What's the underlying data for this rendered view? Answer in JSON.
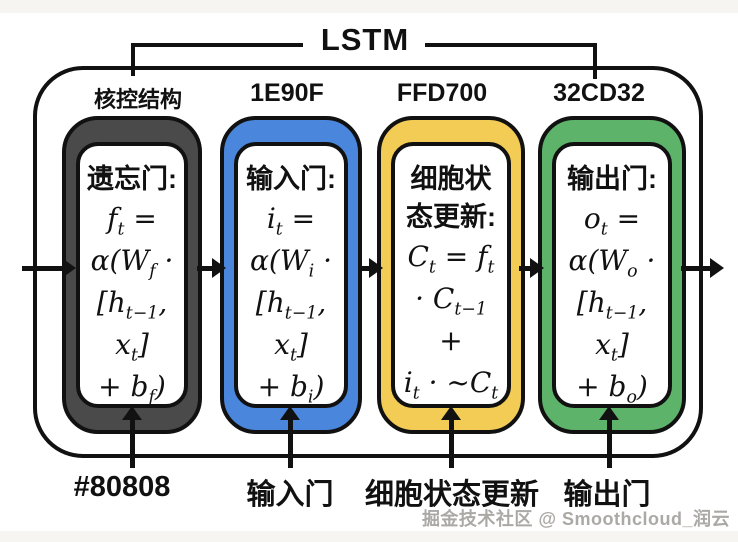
{
  "title": "LSTM",
  "watermark": "掘金技术社区 @ Smoothcloud_润云",
  "colors": {
    "outline": "#111111",
    "forget_band": "#4a4a4a",
    "input_band": "#4a86dc",
    "cell_band": "#f2cc55",
    "output_band": "#5eb36b",
    "watermark_gray": "#aba9a6"
  },
  "gates": [
    {
      "top_label": "核控结构",
      "title": "遗忘门:",
      "lines": [
        "f_{t} =",
        "α(W_{f} ·",
        "[h_{t−1},",
        "x_{t}]",
        "+ b_{f})"
      ],
      "bottom_label": "#80808",
      "color": "#4a4a4a"
    },
    {
      "top_label": "1E90F",
      "title": "输入门:",
      "lines": [
        "i_{t} =",
        "α(W_{i} ·",
        "[h_{t−1},",
        "x_{t}]",
        "+ b_{i})"
      ],
      "bottom_label": "输入门",
      "color": "#4a86dc"
    },
    {
      "top_label": "FFD700",
      "title": "细胞状态更新:",
      "lines": [
        "C_{t} = f_{t}",
        "· C_{t−1}",
        "+",
        "i_{t} · ~C_{t}"
      ],
      "bottom_label": "细胞状态更新",
      "color": "#f2cc55"
    },
    {
      "top_label": "32CD32",
      "title": "输出门:",
      "lines": [
        "o_{t} =",
        "α(W_{o} ·",
        "[h_{t−1},",
        "x_{t}]",
        "+ b_{o})"
      ],
      "bottom_label": "输出门",
      "color": "#5eb36b"
    }
  ]
}
